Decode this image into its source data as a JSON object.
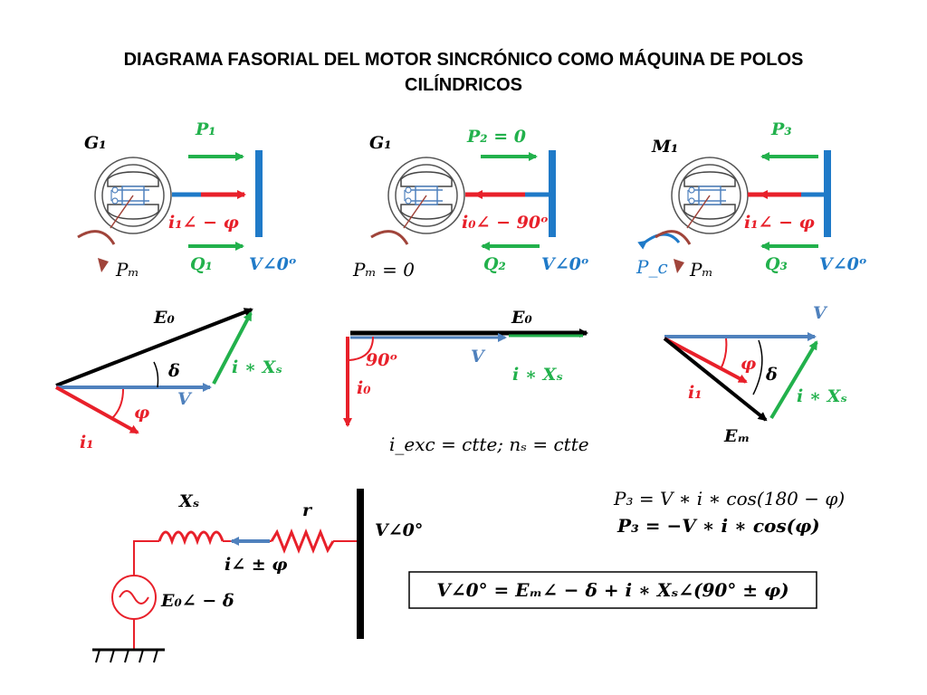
{
  "title": {
    "line1": "DIAGRAMA FASORIAL DEL MOTOR SINCRÓNICO COMO MÁQUINA DE POLOS",
    "line2": "CILÍNDRICOS"
  },
  "colors": {
    "green": "#22b14c",
    "red": "#e8202a",
    "blue": "#1f7ac8",
    "steel": "#4f81bd",
    "black": "#000000",
    "rust": "#a0443a"
  },
  "icons": [
    "machine-icon",
    "rotation-arrow-icon",
    "bus-bar-icon",
    "inductor-icon",
    "resistor-icon",
    "ac-source-icon",
    "ground-icon"
  ],
  "panel1": {
    "machine": "G₁",
    "active_power": "P₁",
    "current": "i₁∠ − φ",
    "reactive_power": "Q₁",
    "voltage": "V∠0ᵒ",
    "mech_power": "Pₘ"
  },
  "panel2": {
    "machine": "G₁",
    "active_power": "P₂ = 0",
    "current": "i₀∠ − 90ᵒ",
    "reactive_power": "Q₂",
    "voltage": "V∠0ᵒ",
    "mech_power": "Pₘ = 0"
  },
  "panel3": {
    "machine": "M₁",
    "active_power": "P₃",
    "current": "i₁∠ − φ",
    "reactive_power": "Q₃",
    "voltage": "V∠0ᵒ",
    "cap_power": "P_c",
    "mech_power": "Pₘ"
  },
  "phasor1": {
    "emf": "E₀",
    "delta": "δ",
    "drop": "i ∗ Xₛ",
    "voltage": "V",
    "phi": "φ",
    "current": "i₁"
  },
  "phasor2": {
    "emf": "E₀",
    "voltage": "V",
    "angle": "90ᵒ",
    "current": "i₀",
    "drop": "i ∗ Xₛ",
    "condition": "i_exc = ctte;  nₛ = ctte"
  },
  "phasor3": {
    "voltage": "V",
    "phi": "φ",
    "delta": "δ",
    "current": "i₁",
    "drop": "i ∗ Xₛ",
    "emf": "Eₘ"
  },
  "circuit": {
    "reactance": "Xₛ",
    "resistance": "r",
    "voltage": "V∠0°",
    "current": "i∠ ± φ",
    "source": "E₀∠ − δ"
  },
  "equations": {
    "power1": "P₃ = V ∗ i ∗ cos(180 − φ)",
    "power2": "P₃ = −V ∗ i ∗ cos(φ)",
    "main": "V∠0° = Eₘ∠ − δ + i ∗ Xₛ∠(90° ± φ)"
  }
}
